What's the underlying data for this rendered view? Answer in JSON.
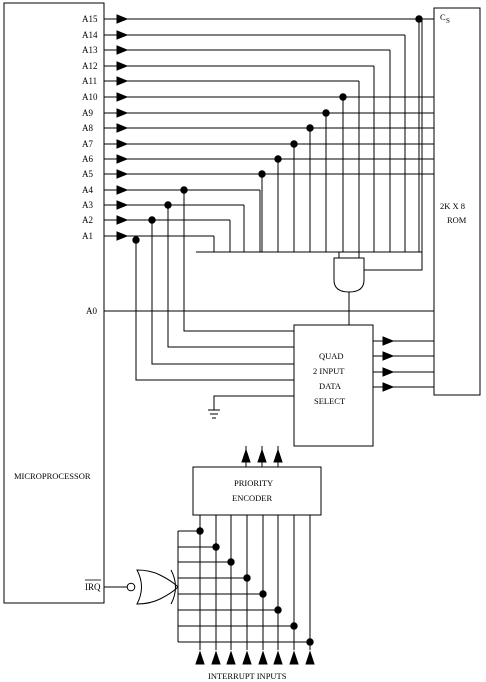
{
  "microprocessor": {
    "label": "MICROPROCESSOR",
    "address_pins": [
      "A15",
      "A14",
      "A13",
      "A12",
      "A11",
      "A10",
      "A9",
      "A8",
      "A7",
      "A6",
      "A5",
      "A4",
      "A3",
      "A2",
      "A1"
    ],
    "a0_pin": "A0",
    "irq_pin": "IRQ"
  },
  "rom": {
    "cs_label": "C",
    "cs_subscript": "S",
    "line1": "2K X 8",
    "line2": "ROM"
  },
  "data_select": {
    "line1": "QUAD",
    "line2": "2 INPUT",
    "line3": "DATA",
    "line4": "SELECT"
  },
  "priority_encoder": {
    "line1": "PRIORITY",
    "line2": "ENCODER"
  },
  "interrupt_inputs": {
    "label": "INTERRUPT INPUTS"
  }
}
